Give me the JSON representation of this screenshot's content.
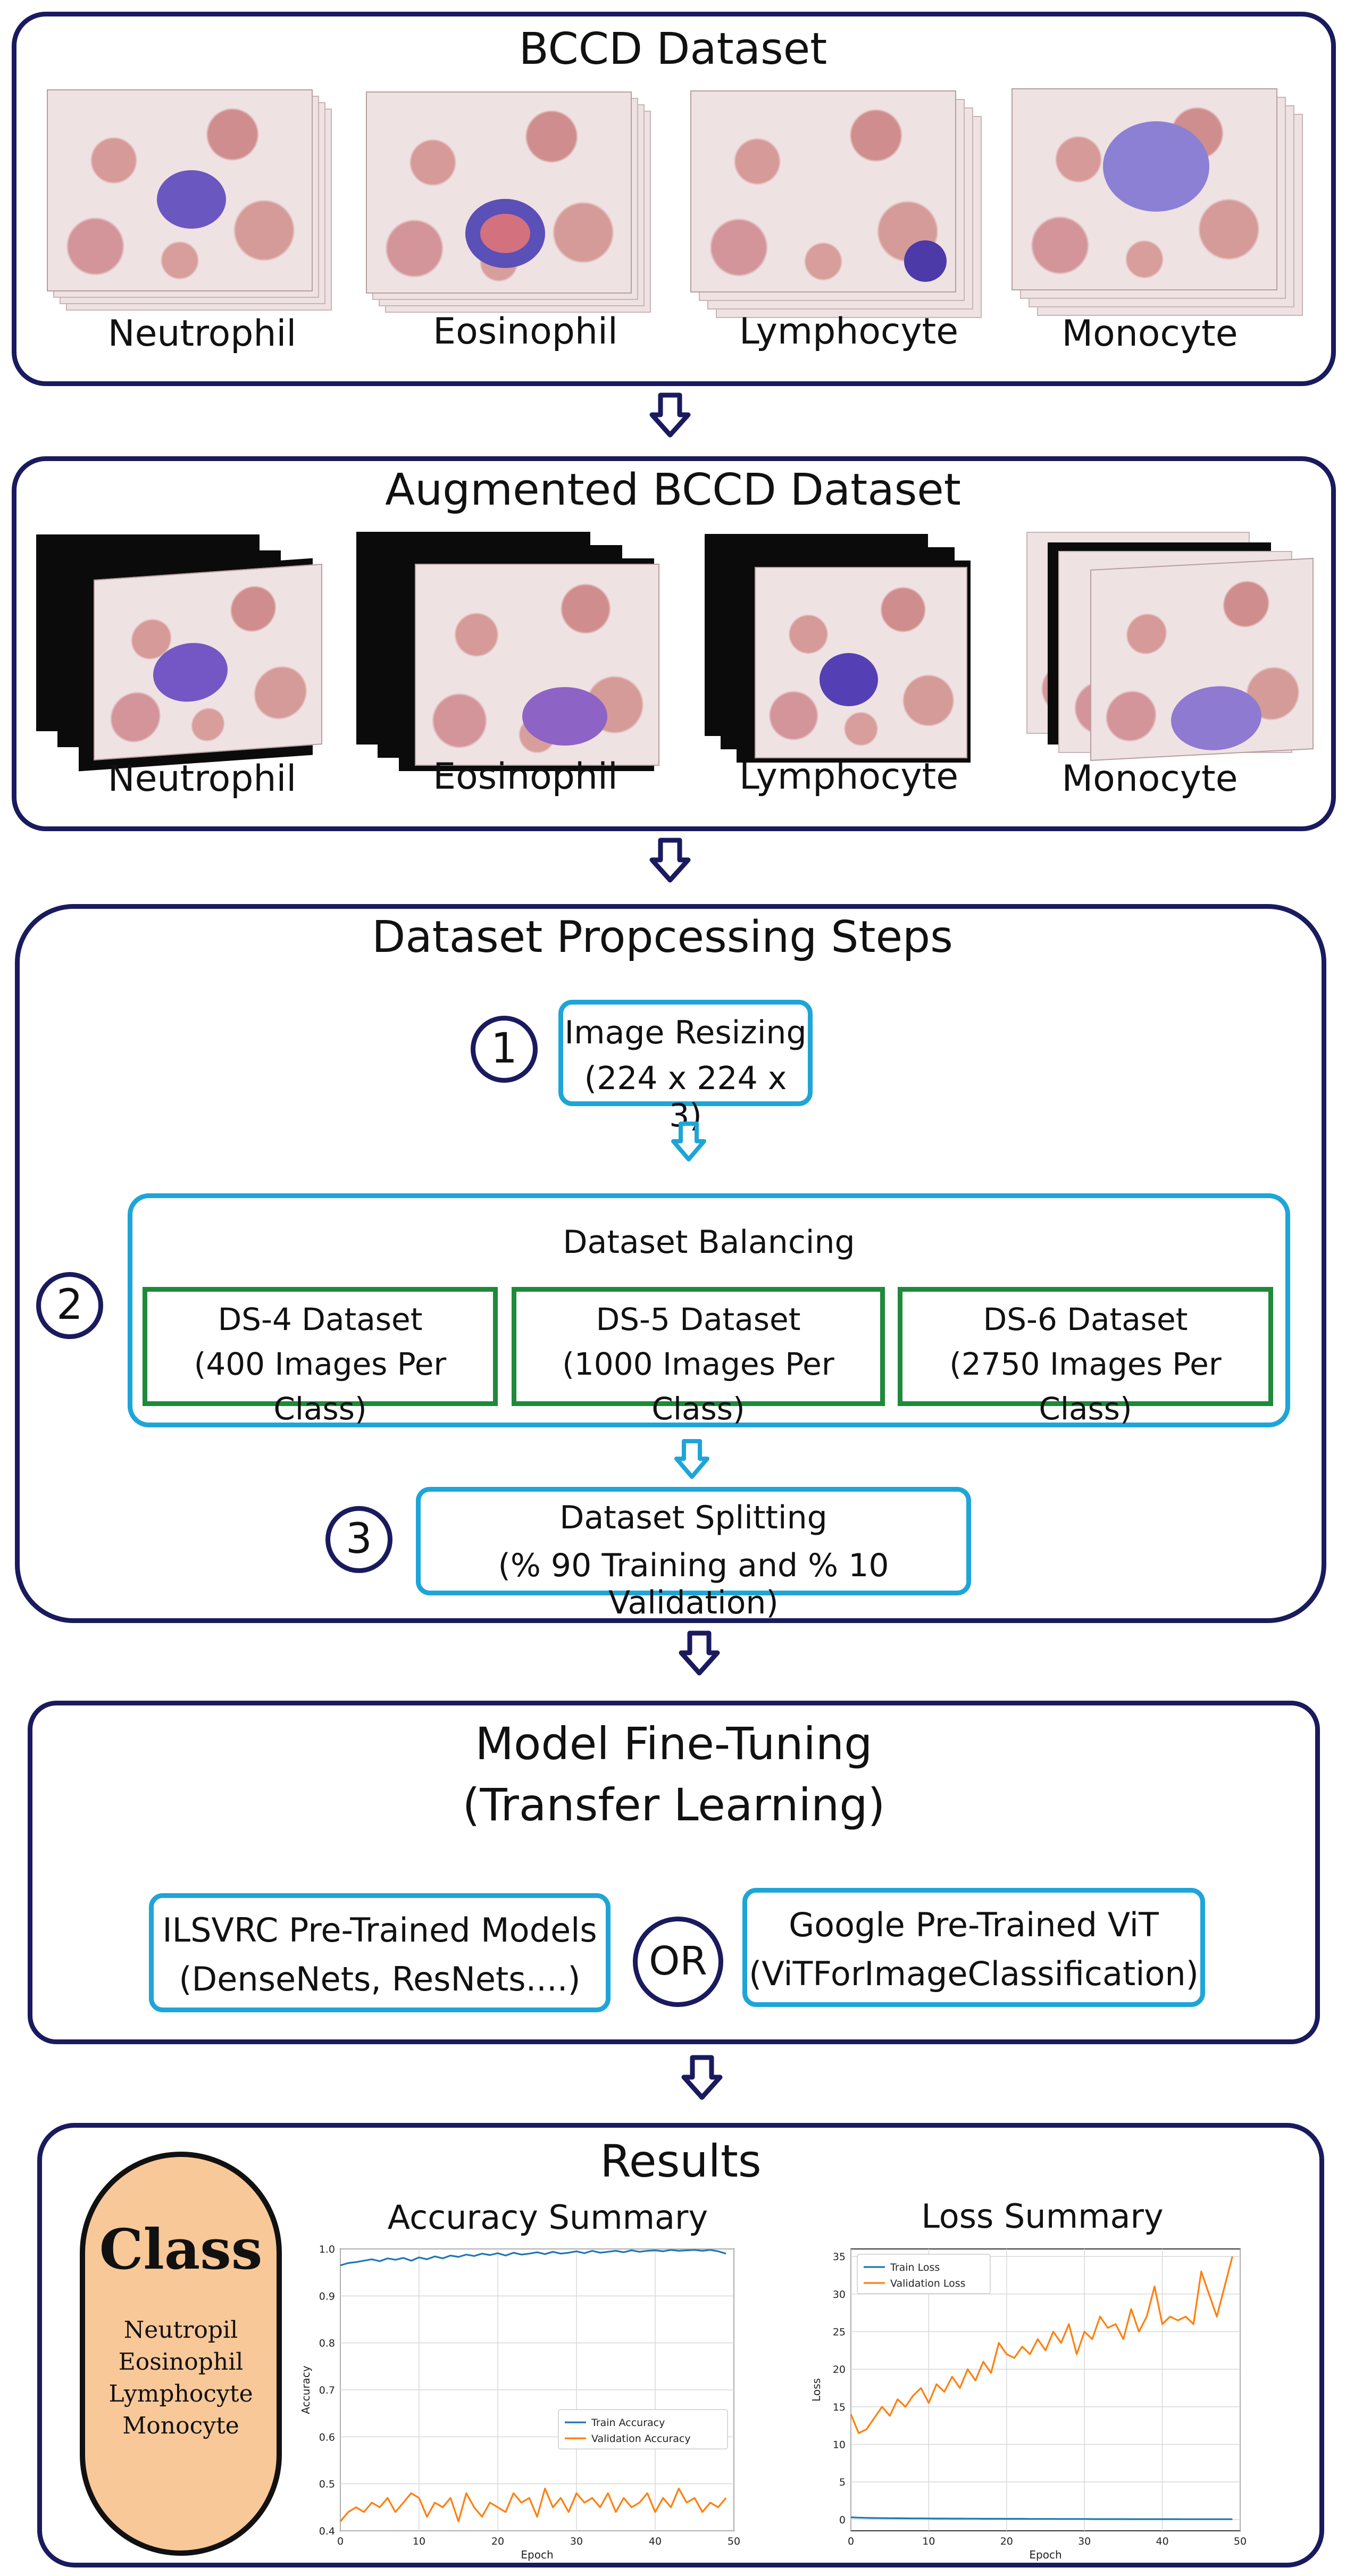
{
  "panels": {
    "bccd": {
      "title": "BCCD Dataset",
      "cells": [
        {
          "label": "Neutrophil",
          "nucleus": "#6a57c0"
        },
        {
          "label": "Eosinophil",
          "nucleus": "#5b4fb8"
        },
        {
          "label": "Lymphocyte",
          "nucleus": "#4b3aa8"
        },
        {
          "label": "Monocyte",
          "nucleus": "#8c80d4"
        }
      ]
    },
    "augmented": {
      "title": "Augmented BCCD Dataset",
      "cells": [
        {
          "label": "Neutrophil",
          "nucleus": "#7457c4"
        },
        {
          "label": "Eosinophil",
          "nucleus": "#8e63c6"
        },
        {
          "label": "Lymphocyte",
          "nucleus": "#5440b4"
        },
        {
          "label": "Monocyte",
          "nucleus": "#8e7ad0"
        }
      ]
    },
    "processing": {
      "title": "Dataset Propcessing Steps",
      "step1": {
        "num": "1",
        "line1": "Image Resizing",
        "line2": "(224 x 224 x 3)"
      },
      "step2": {
        "num": "2",
        "title": "Dataset Balancing",
        "datasets": [
          {
            "name": "DS-4 Dataset",
            "detail": "(400 Images Per Class)"
          },
          {
            "name": "DS-5 Dataset",
            "detail": "(1000 Images Per Class)"
          },
          {
            "name": "DS-6 Dataset",
            "detail": "(2750 Images Per Class)"
          }
        ]
      },
      "step3": {
        "num": "3",
        "line1": "Dataset Splitting",
        "line2": "(% 90 Training and % 10 Validation)"
      }
    },
    "finetune": {
      "title_line1": "Model Fine-Tuning",
      "title_line2": "(Transfer Learning)",
      "left_line1": "ILSVRC Pre-Trained Models",
      "left_line2": "(DenseNets, ResNets....)",
      "or": "OR",
      "right_line1": "Google Pre-Trained ViT",
      "right_line2": "(ViTForImageClassification)"
    },
    "results": {
      "title": "Results",
      "class_title": "Class",
      "classes": [
        "Neutropil",
        "Eosinophil",
        "Lymphocyte",
        "Monocyte"
      ]
    }
  },
  "colors": {
    "navy": "#1a1a5e",
    "blue": "#1ea5d8",
    "green": "#1e8a3a",
    "class_fill": "#f9c898",
    "train": "#1f77b4",
    "validation": "#ff7f0e"
  },
  "chart_data": [
    {
      "type": "line",
      "title": "Accuracy Summary",
      "xlabel": "Epoch",
      "ylabel": "Accuracy",
      "xlim": [
        0,
        50
      ],
      "ylim": [
        0.4,
        1.0
      ],
      "xticks": [
        "0",
        "10",
        "20",
        "30",
        "40",
        "50"
      ],
      "yticks": [
        "0.4",
        "0.5",
        "0.6",
        "0.7",
        "0.8",
        "0.9",
        "1.0"
      ],
      "grid": true,
      "legend": "center-right",
      "x": [
        0,
        1,
        2,
        3,
        4,
        5,
        6,
        7,
        8,
        9,
        10,
        11,
        12,
        13,
        14,
        15,
        16,
        17,
        18,
        19,
        20,
        21,
        22,
        23,
        24,
        25,
        26,
        27,
        28,
        29,
        30,
        31,
        32,
        33,
        34,
        35,
        36,
        37,
        38,
        39,
        40,
        41,
        42,
        43,
        44,
        45,
        46,
        47,
        48,
        49
      ],
      "series": [
        {
          "name": "Train Accuracy",
          "values": [
            0.965,
            0.97,
            0.972,
            0.975,
            0.978,
            0.974,
            0.98,
            0.977,
            0.981,
            0.975,
            0.982,
            0.978,
            0.984,
            0.98,
            0.986,
            0.983,
            0.988,
            0.985,
            0.99,
            0.987,
            0.991,
            0.986,
            0.992,
            0.988,
            0.99,
            0.993,
            0.989,
            0.994,
            0.99,
            0.992,
            0.995,
            0.991,
            0.996,
            0.992,
            0.994,
            0.996,
            0.993,
            0.997,
            0.994,
            0.996,
            0.997,
            0.995,
            0.998,
            0.996,
            0.997,
            0.998,
            0.996,
            0.998,
            0.995,
            0.99
          ]
        },
        {
          "name": "Validation Accuracy",
          "values": [
            0.42,
            0.44,
            0.45,
            0.44,
            0.46,
            0.45,
            0.47,
            0.44,
            0.46,
            0.48,
            0.47,
            0.43,
            0.46,
            0.45,
            0.47,
            0.42,
            0.48,
            0.45,
            0.43,
            0.46,
            0.45,
            0.44,
            0.48,
            0.46,
            0.47,
            0.43,
            0.49,
            0.45,
            0.47,
            0.44,
            0.48,
            0.46,
            0.47,
            0.45,
            0.48,
            0.44,
            0.47,
            0.45,
            0.46,
            0.48,
            0.44,
            0.47,
            0.45,
            0.49,
            0.46,
            0.47,
            0.44,
            0.46,
            0.45,
            0.47
          ]
        }
      ]
    },
    {
      "type": "line",
      "title": "Loss Summary",
      "xlabel": "Epoch",
      "ylabel": "Loss",
      "xlim": [
        0,
        50
      ],
      "ylim": [
        -1.5,
        36
      ],
      "xticks": [
        "0",
        "10",
        "20",
        "30",
        "40",
        "50"
      ],
      "yticks": [
        "0",
        "5",
        "10",
        "15",
        "20",
        "25",
        "30",
        "35"
      ],
      "grid": true,
      "legend": "top-left",
      "x": [
        0,
        1,
        2,
        3,
        4,
        5,
        6,
        7,
        8,
        9,
        10,
        11,
        12,
        13,
        14,
        15,
        16,
        17,
        18,
        19,
        20,
        21,
        22,
        23,
        24,
        25,
        26,
        27,
        28,
        29,
        30,
        31,
        32,
        33,
        34,
        35,
        36,
        37,
        38,
        39,
        40,
        41,
        42,
        43,
        44,
        45,
        46,
        47,
        48,
        49
      ],
      "series": [
        {
          "name": "Train Loss",
          "values": [
            0.3,
            0.25,
            0.22,
            0.2,
            0.19,
            0.18,
            0.17,
            0.16,
            0.15,
            0.15,
            0.14,
            0.13,
            0.13,
            0.12,
            0.12,
            0.11,
            0.11,
            0.1,
            0.1,
            0.1,
            0.09,
            0.09,
            0.09,
            0.08,
            0.08,
            0.08,
            0.08,
            0.07,
            0.07,
            0.07,
            0.07,
            0.06,
            0.06,
            0.06,
            0.06,
            0.06,
            0.05,
            0.05,
            0.05,
            0.05,
            0.05,
            0.05,
            0.05,
            0.04,
            0.04,
            0.04,
            0.04,
            0.04,
            0.04,
            0.04
          ]
        },
        {
          "name": "Validation Loss",
          "values": [
            14,
            11.5,
            12,
            13.5,
            15,
            13.8,
            16,
            15,
            16.5,
            17.5,
            15.5,
            18,
            17,
            19,
            17.5,
            20,
            18.5,
            21,
            19.5,
            23.5,
            22,
            21.5,
            23,
            22,
            24,
            22.5,
            25,
            23.5,
            26,
            22,
            25,
            24,
            27,
            25.5,
            26,
            24,
            28,
            25,
            27,
            31,
            26,
            27,
            26.5,
            27,
            26,
            33,
            30,
            27,
            31,
            35
          ]
        }
      ]
    }
  ]
}
